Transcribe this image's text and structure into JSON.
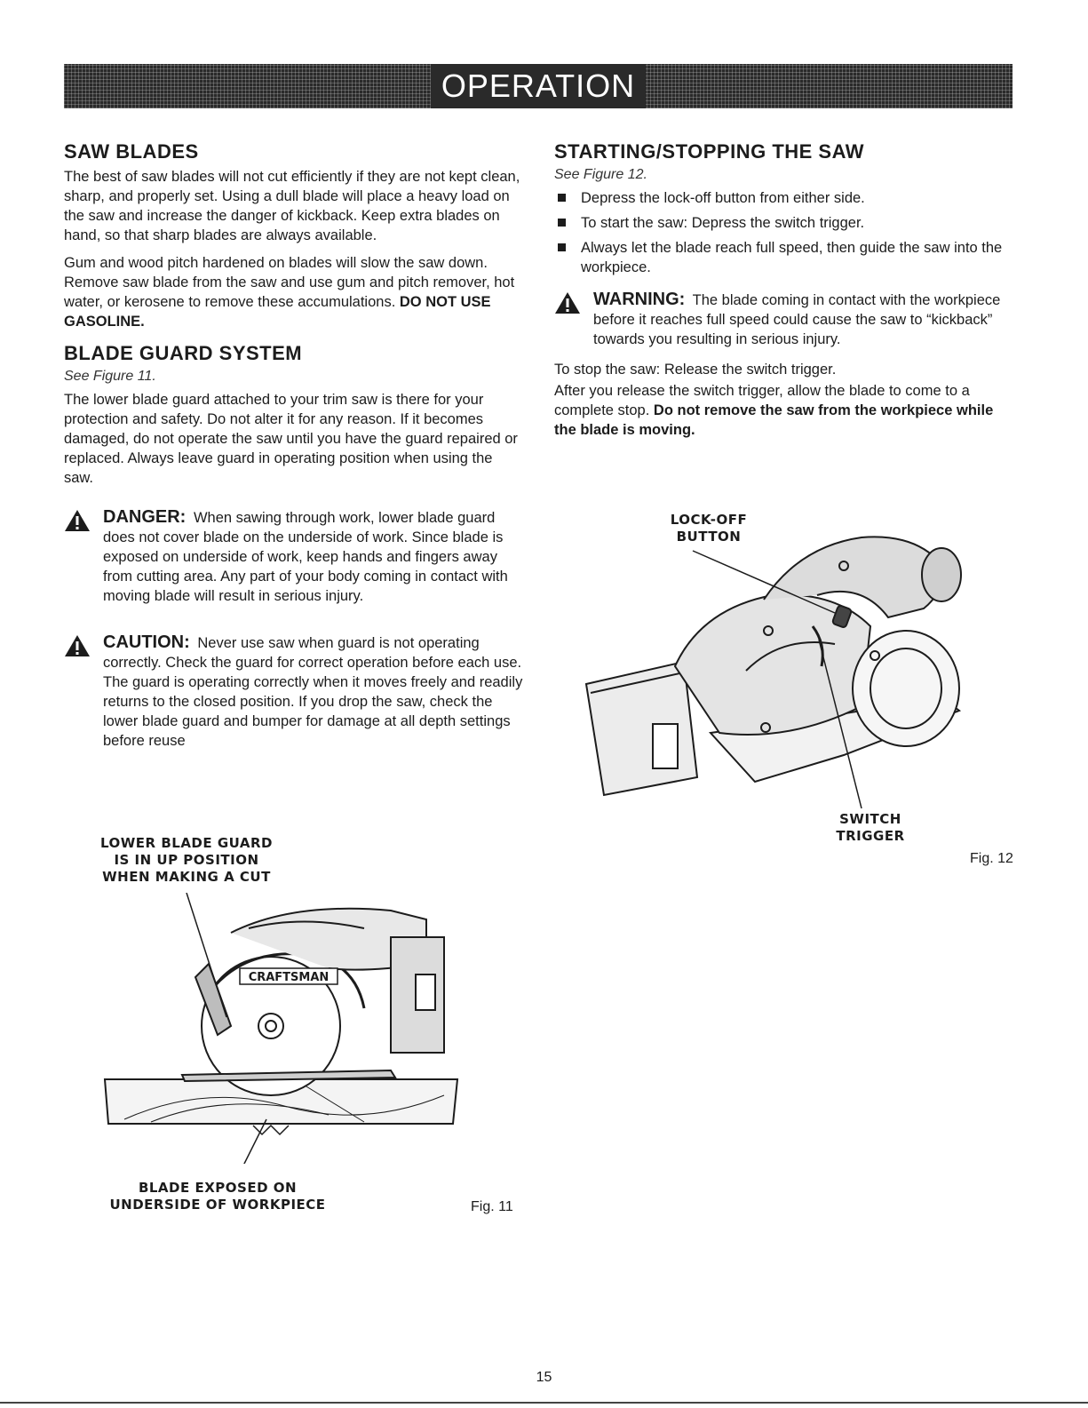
{
  "banner": {
    "title": "OPERATION"
  },
  "saw_blades": {
    "heading": "SAW BLADES",
    "p1": "The best of saw blades will not cut efficiently if they are not kept clean, sharp, and properly set. Using a dull blade will place a heavy load on the saw and increase the danger of kickback. Keep extra blades on hand, so that sharp blades are always available.",
    "p2": "Gum and wood pitch hardened on blades will slow the saw down. Remove saw blade from the saw and use gum and pitch remover, hot water, or kerosene to remove these accumulations.",
    "p2_bold": "DO NOT USE GASOLINE."
  },
  "blade_guard": {
    "heading": "BLADE GUARD SYSTEM",
    "see": "See Figure 11.",
    "p1": "The lower blade guard attached to your trim saw is there for your protection and safety. Do not alter it for any reason. If it becomes damaged, do not operate the saw until you have the guard repaired or replaced. Always leave guard in operating position when using the saw.",
    "danger_head": "DANGER:",
    "danger_text": "When sawing through work, lower blade guard does not cover blade on the underside of work. Since blade is exposed on underside of work, keep hands and fingers away from cutting area. Any part of your body coming in contact with moving blade will result in serious injury.",
    "caution_head": "CAUTION:",
    "caution_text": "Never use saw when guard is not operating correctly. Check the guard for correct operation before each use. The guard is operating correctly when it moves freely and readily returns to the closed position. If you drop the saw, check the lower blade guard and bumper for damage at all depth settings before reuse"
  },
  "fig11": {
    "callout_top_1": "LOWER BLADE GUARD",
    "callout_top_2": "IS IN UP POSITION",
    "callout_top_3": "WHEN MAKING A CUT",
    "brand": "CRAFTSMAN",
    "callout_bottom_1": "BLADE EXPOSED ON",
    "callout_bottom_2": "UNDERSIDE OF WORKPIECE",
    "label": "Fig. 11"
  },
  "starting": {
    "heading": "STARTING/STOPPING THE SAW",
    "see": "See Figure 12.",
    "bullets": [
      "Depress the lock-off button from either side.",
      "To start the saw: Depress the switch trigger.",
      "Always let the blade reach full speed, then guide the saw into the workpiece."
    ],
    "warning_head": "WARNING:",
    "warning_text": "The blade coming in contact with the workpiece before it reaches full speed could cause the saw to “kickback” towards you resulting in serious injury.",
    "p1": "To stop the saw: Release the switch trigger.",
    "p2": "After you release the switch trigger, allow the blade to come to a complete stop.",
    "p2_bold": "Do not remove the saw from the workpiece while the blade is moving."
  },
  "fig12": {
    "callout_lock_1": "LOCK-OFF",
    "callout_lock_2": "BUTTON",
    "callout_switch_1": "SWITCH",
    "callout_switch_2": "TRIGGER",
    "label": "Fig. 12"
  },
  "page_number": "15"
}
